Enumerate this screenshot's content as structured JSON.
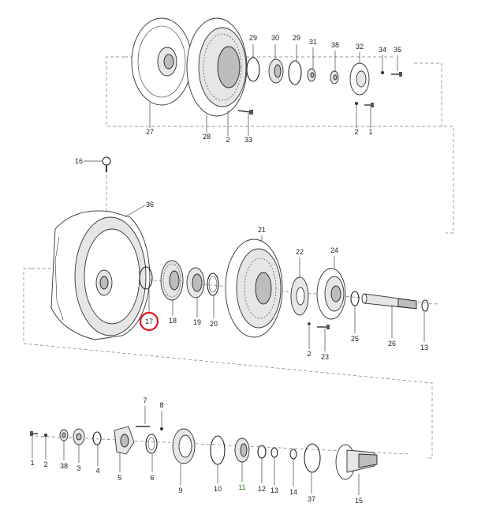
{
  "highlight_color": "#e0141c",
  "callouts": {
    "c27": "27",
    "c28": "28",
    "c2_top": "2",
    "c33": "33",
    "c29a": "29",
    "c30": "30",
    "c29b": "29",
    "c31": "31",
    "c38_top": "38",
    "c32": "32",
    "c34": "34",
    "c35": "35",
    "c2_right": "2",
    "c1_top": "1",
    "c16": "16",
    "c36": "36",
    "c17": "17",
    "c18": "18",
    "c19": "19",
    "c20": "20",
    "c21": "21",
    "c22": "22",
    "c24": "24",
    "c2_mid": "2",
    "c23": "23",
    "c25": "25",
    "c26": "26",
    "c13_mid": "13",
    "c1_bot": "1",
    "c2_bot": "2",
    "c38_bot": "38",
    "c3": "3",
    "c4": "4",
    "c5": "5",
    "c7": "7",
    "c8": "8",
    "c6": "6",
    "c9": "9",
    "c10": "10",
    "c11": "11",
    "c12": "12",
    "c13_bot": "13",
    "c14": "14",
    "c37": "37",
    "c15": "15"
  }
}
